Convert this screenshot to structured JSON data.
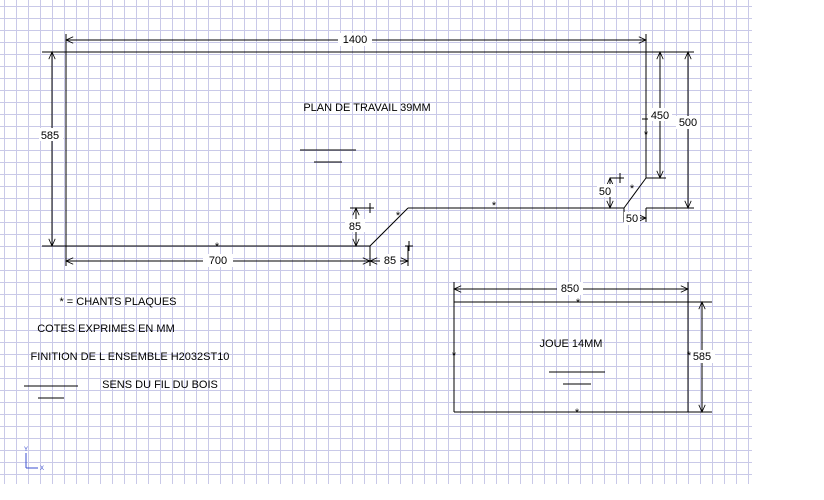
{
  "worktop": {
    "title": "PLAN DE TRAVAIL 39MM",
    "dim_1400": "1400",
    "dim_585": "585",
    "dim_700": "700",
    "dim_85_bottom": "85",
    "dim_85_left": "85",
    "dim_450": "450",
    "dim_500": "500",
    "dim_50_vertical": "50",
    "dim_50_horizontal": "50",
    "edge_marker": "*"
  },
  "side_panel": {
    "title": "JOUE 14MM",
    "dim_850": "850",
    "dim_585": "585",
    "edge_marker": "*"
  },
  "legend": {
    "edges": "* = CHANTS PLAQUES",
    "units": "COTES EXPRIMES EN MM",
    "finish": "FINITION DE L ENSEMBLE H2032ST10",
    "grain": "SENS DU FIL DU BOIS"
  },
  "axis_indicator": {
    "y": "Y",
    "x": "X"
  }
}
